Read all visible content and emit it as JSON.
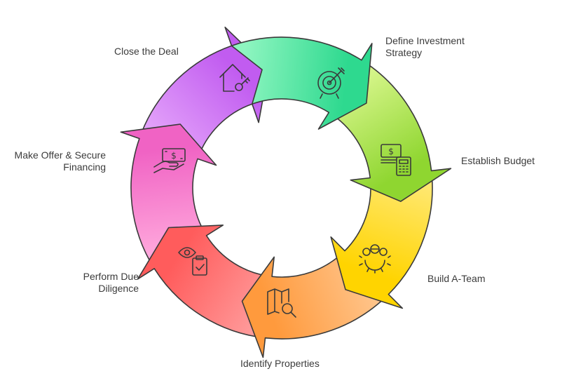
{
  "diagram": {
    "steps": [
      {
        "id": "define",
        "lines": [
          "Define Investment",
          "Strategy"
        ],
        "icon": "target-arrow-icon",
        "color_top": "#8ef5c0",
        "color_bottom": "#2ed98f"
      },
      {
        "id": "budget",
        "lines": [
          "Establish Budget"
        ],
        "icon": "money-calculator-icon",
        "color_top": "#d6f58a",
        "color_bottom": "#8fd630"
      },
      {
        "id": "team",
        "lines": [
          "Build A-Team"
        ],
        "icon": "team-gear-icon",
        "color_top": "#ffe873",
        "color_bottom": "#ffd400"
      },
      {
        "id": "identify",
        "lines": [
          "Identify Properties"
        ],
        "icon": "map-search-icon",
        "color_top": "#ffc48a",
        "color_bottom": "#ff9a3d"
      },
      {
        "id": "diligence",
        "lines": [
          "Perform Due",
          "Diligence"
        ],
        "icon": "eye-clipboard-icon",
        "color_top": "#ff9b9b",
        "color_bottom": "#ff5c5c"
      },
      {
        "id": "offer",
        "lines": [
          "Make Offer & Secure",
          "Financing"
        ],
        "icon": "hand-money-icon",
        "color_top": "#ffa8dc",
        "color_bottom": "#f063c4"
      },
      {
        "id": "close",
        "lines": [
          "Close the Deal"
        ],
        "icon": "house-key-icon",
        "color_top": "#e3a2fa",
        "color_bottom": "#c15cf0"
      }
    ]
  }
}
